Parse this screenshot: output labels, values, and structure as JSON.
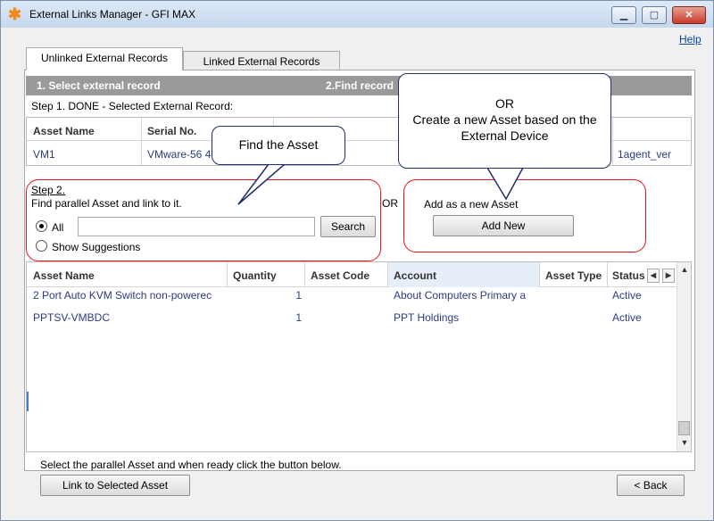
{
  "window": {
    "title": "External Links Manager - GFI MAX",
    "help_label": "Help",
    "min_glyph": "▁",
    "max_glyph": "▢",
    "close_glyph": "✕"
  },
  "tabs": [
    {
      "label": "Unlinked External Records"
    },
    {
      "label": "Linked External Records"
    }
  ],
  "stepbar": {
    "step1": "1. Select external record",
    "step2": "2.Find record"
  },
  "step1": {
    "label": "Step 1. DONE - Selected External Record:",
    "columns": [
      "Asset Name",
      "Serial No."
    ],
    "row": {
      "asset_name": "VM1",
      "serial_no": "VMware-56 4",
      "trailing": "1agent_ver"
    }
  },
  "step2": {
    "title": "Step 2.",
    "description": "Find parallel Asset and link to it.",
    "radio_all": "All",
    "radio_suggestions": "Show Suggestions",
    "search_value": "",
    "search_button": "Search"
  },
  "or_label": "OR",
  "add_new": {
    "label": "Add as a new Asset",
    "button": "Add New"
  },
  "callouts": {
    "find": "Find the Asset",
    "create_line1": "OR",
    "create_line2": "Create a new Asset based on the",
    "create_line3": "External Device"
  },
  "grid": {
    "columns": [
      "Asset Name",
      "Quantity",
      "Asset Code",
      "Account",
      "Asset Type",
      "Status"
    ],
    "rows": [
      {
        "asset_name": "2 Port Auto KVM Switch non-powerec",
        "quantity": "1",
        "asset_code": "",
        "account": "About Computers Primary a",
        "asset_type": "",
        "status": "Active"
      },
      {
        "asset_name": "PPTSV-VMBDC",
        "quantity": "1",
        "asset_code": "",
        "account": "PPT Holdings",
        "asset_type": "",
        "status": "Active"
      }
    ],
    "scroll_left_glyph": "◀",
    "scroll_right_glyph": "▶",
    "scroll_up_glyph": "▲",
    "scroll_down_glyph": "▼"
  },
  "bottom": {
    "instruction": "Select the parallel Asset and when ready click the button below.",
    "link_button": "Link to Selected Asset",
    "back_button": "< Back"
  },
  "colors": {
    "highlight_border": "#e11111",
    "callout_border": "#1f2f6a",
    "link_text": "#2a3c7c"
  }
}
